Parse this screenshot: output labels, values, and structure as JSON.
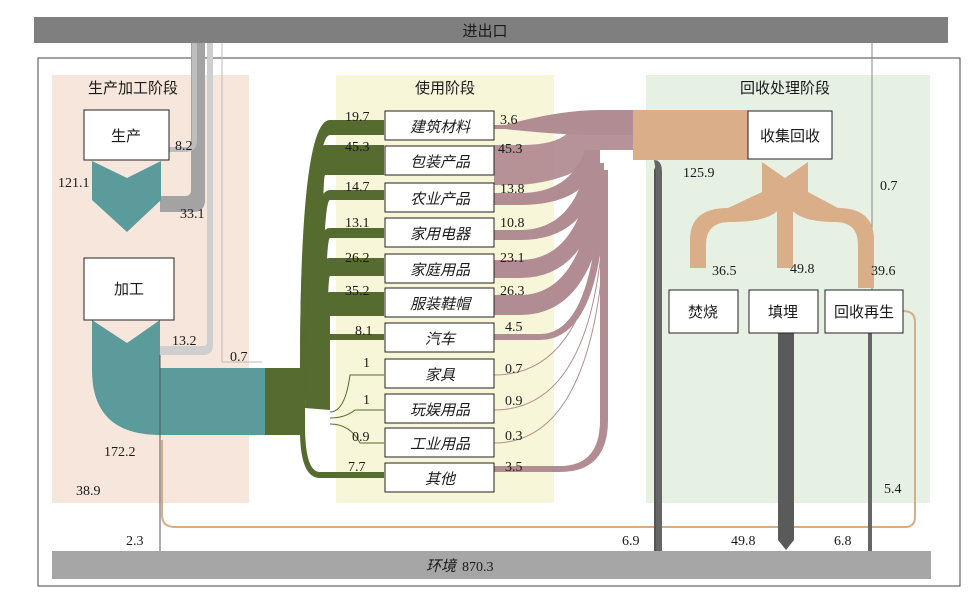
{
  "top_bar": "进出口",
  "bottom_bar": {
    "label": "环境",
    "value": "870.3"
  },
  "stages": {
    "production": "生产加工阶段",
    "use": "使用阶段",
    "recycling": "回收处理阶段"
  },
  "production_nodes": {
    "produce": "生产",
    "process": "加工"
  },
  "products": [
    {
      "label": "建筑材料",
      "in": "19.7",
      "out": "3.6"
    },
    {
      "label": "包装产品",
      "in": "45.3",
      "out": "45.3"
    },
    {
      "label": "农业产品",
      "in": "14.7",
      "out": "13.8"
    },
    {
      "label": "家用电器",
      "in": "13.1",
      "out": "10.8"
    },
    {
      "label": "家庭用品",
      "in": "26.2",
      "out": "23.1"
    },
    {
      "label": "服装鞋帽",
      "in": "35.2",
      "out": "26.3"
    },
    {
      "label": "汽车",
      "in": "8.1",
      "out": "4.5"
    },
    {
      "label": "家具",
      "in": "1",
      "out": "0.7"
    },
    {
      "label": "玩娱用品",
      "in": "1",
      "out": "0.9"
    },
    {
      "label": "工业用品",
      "in": "0.9",
      "out": "0.3"
    },
    {
      "label": "其他",
      "in": "7.7",
      "out": "3.5"
    }
  ],
  "recycling_nodes": {
    "collect": "收集回收",
    "incinerate": "焚烧",
    "landfill": "填埋",
    "recycle": "回收再生"
  },
  "flow_values": {
    "import_to_produce": "8.2",
    "produce_out": "121.1",
    "import_to_process": "33.1",
    "process_import_return": "13.2",
    "import_small": "0.7",
    "process_to_use": "172.2",
    "loss_production": "38.9",
    "env_small": "2.3",
    "to_collect": "125.9",
    "collect_export": "0.7",
    "to_incinerate": "36.5",
    "to_landfill": "49.8",
    "to_recycle": "39.6",
    "recycle_back": "5.4",
    "use_to_env": "6.9",
    "landfill_env": "49.8",
    "recycle_env": "6.8"
  }
}
